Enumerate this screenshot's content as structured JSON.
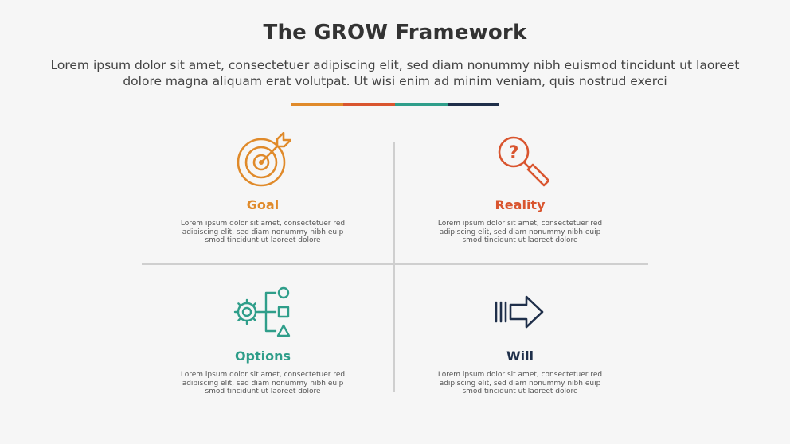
{
  "header": {
    "title": "The GROW Framework",
    "subtitle": "Lorem ipsum dolor sit amet, consectetuer adipiscing elit, sed diam nonummy nibh euismod tincidunt ut laoreet dolore magna aliquam erat volutpat. Ut wisi enim ad minim veniam, quis nostrud exerci"
  },
  "accent_colors": [
    "#e08a2a",
    "#d9552f",
    "#2f9e8a",
    "#1f2f4a"
  ],
  "quadrants": [
    {
      "label": "Goal",
      "color": "#e08a2a",
      "icon": "target-icon",
      "text": "Lorem ipsum dolor sit amet, consectetuer red adipiscing elit, sed diam nonummy nibh euip smod tincidunt ut laoreet dolore"
    },
    {
      "label": "Reality",
      "color": "#d9552f",
      "icon": "magnifier-question-icon",
      "text": "Lorem ipsum dolor sit amet, consectetuer red adipiscing elit, sed diam nonummy nibh euip smod tincidunt ut laoreet dolore"
    },
    {
      "label": "Options",
      "color": "#2f9e8a",
      "icon": "gear-options-icon",
      "text": "Lorem ipsum dolor sit amet, consectetuer red adipiscing elit, sed diam nonummy nibh euip smod tincidunt ut laoreet dolore"
    },
    {
      "label": "Will",
      "color": "#1f2f4a",
      "icon": "arrow-right-icon",
      "text": "Lorem ipsum dolor sit amet, consectetuer red adipiscing elit, sed diam nonummy nibh euip smod tincidunt ut laoreet dolore"
    }
  ]
}
